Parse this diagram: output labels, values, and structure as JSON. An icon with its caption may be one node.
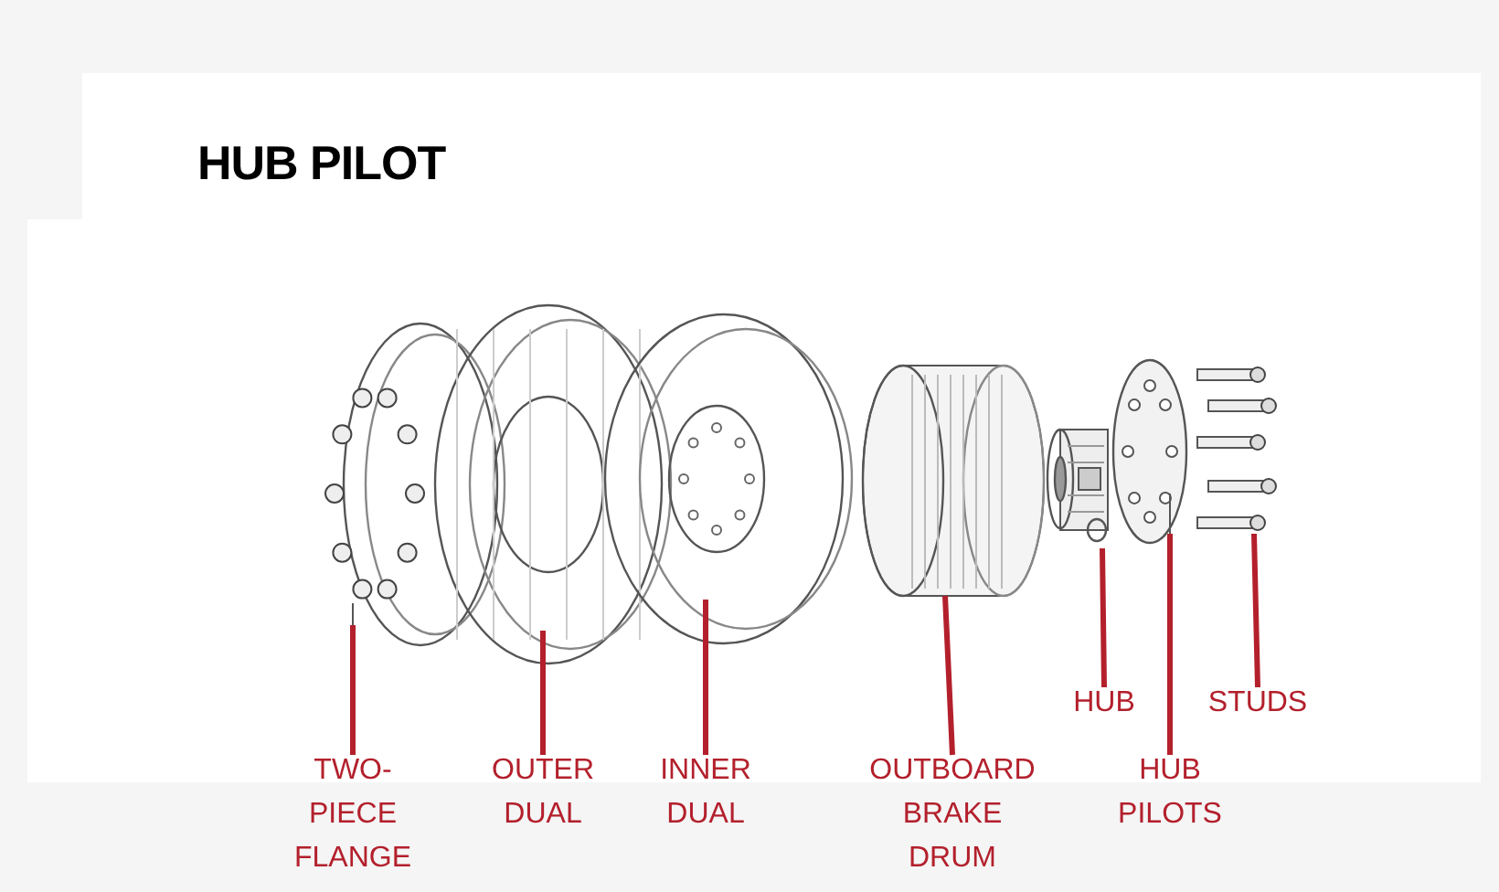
{
  "diagram": {
    "title": "HUB PILOT",
    "nodes": [
      {
        "text": [
          "TWO- PIECE FLANGE"
        ]
      },
      {
        "text": [
          "OUTER DUAL"
        ]
      },
      {
        "text": [
          "INNER DUAL"
        ]
      },
      {
        "text": [
          "OUTBOARD BRAKE DRUM"
        ]
      },
      {
        "text": [
          "HUB"
        ]
      },
      {
        "text": [
          "HUB PILOTS"
        ]
      },
      {
        "text": [
          "STUDS"
        ]
      },
      {
        "text": [],
        "shape": "picture"
      },
      {
        "text": [],
        "shape": "picture"
      },
      {
        "text": [],
        "shape": "picture"
      },
      {
        "text": [],
        "shape": "picture"
      },
      {
        "text": [],
        "shape": "picture"
      },
      {
        "text": [],
        "shape": "picture"
      },
      {
        "text": [],
        "shape": "picture"
      }
    ],
    "edges": [
      {
        "from": 0,
        "to": 7,
        "arrow": "none"
      },
      {
        "from": 1,
        "to": 8,
        "arrow": "none"
      },
      {
        "from": 2,
        "to": 9,
        "arrow": "none"
      },
      {
        "from": 3,
        "to": 10,
        "arrow": "none"
      },
      {
        "from": 4,
        "to": 11,
        "arrow": "none"
      },
      {
        "from": 5,
        "to": 12,
        "arrow": "none"
      },
      {
        "from": 6,
        "to": 13,
        "arrow": "none"
      }
    ]
  }
}
